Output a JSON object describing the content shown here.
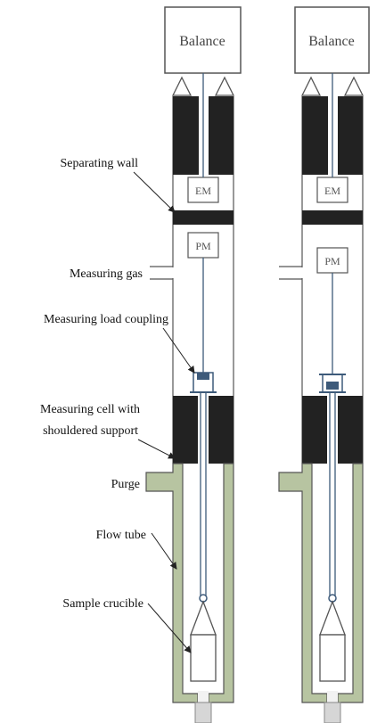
{
  "labels": {
    "balance": "Balance",
    "em": "EM",
    "pm": "PM",
    "separating_wall": "Separating wall",
    "measuring_gas": "Measuring gas",
    "measuring_load_coupling": "Measuring load coupling",
    "measuring_cell_line1": "Measuring cell with",
    "measuring_cell_line2": "shouldered support",
    "purge": "Purge",
    "flow_tube": "Flow tube",
    "sample_crucible": "Sample crucible"
  },
  "colors": {
    "dark_block": "#222222",
    "outline": "#555555",
    "flow_tube": "#b7c4a1",
    "suspension_wire": "#3d5a7a",
    "coupling": "#3d5a7a"
  }
}
